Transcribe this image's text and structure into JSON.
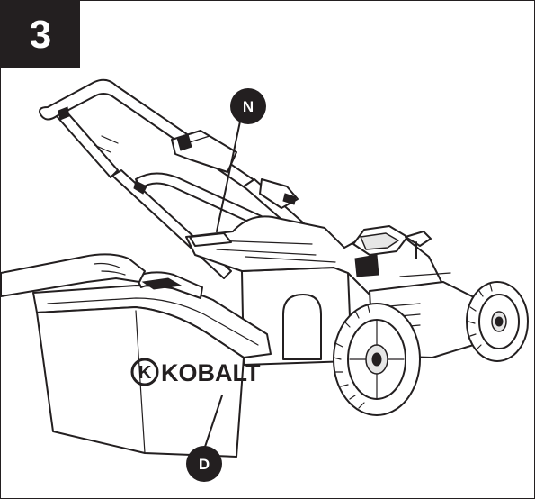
{
  "step": {
    "number": "3"
  },
  "callouts": {
    "n": {
      "letter": "N"
    },
    "d": {
      "letter": "D"
    }
  },
  "bag": {
    "brand": "KOBALT",
    "brand_mark": "K"
  },
  "colors": {
    "ink": "#231f20",
    "paper": "#ffffff",
    "shade": "#e6e6e6"
  }
}
